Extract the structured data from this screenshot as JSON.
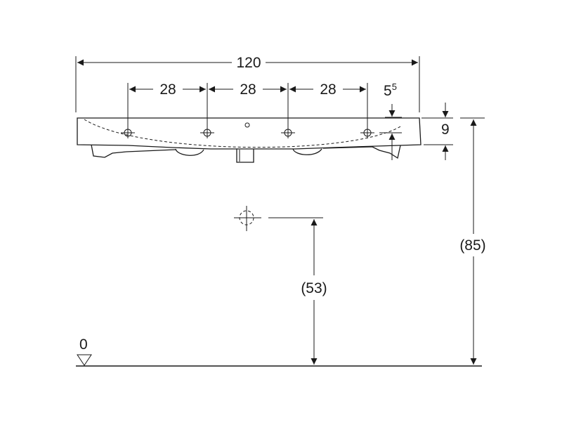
{
  "dimensions": {
    "overall_width": "120",
    "tap_hole_spacing_1": "28",
    "tap_hole_spacing_2": "28",
    "tap_hole_spacing_3": "28",
    "rim_offset_main": "5",
    "rim_offset_sup": "5",
    "basin_thickness": "9",
    "rim_height": "(85)",
    "waste_height": "(53)",
    "floor_level": "0"
  }
}
